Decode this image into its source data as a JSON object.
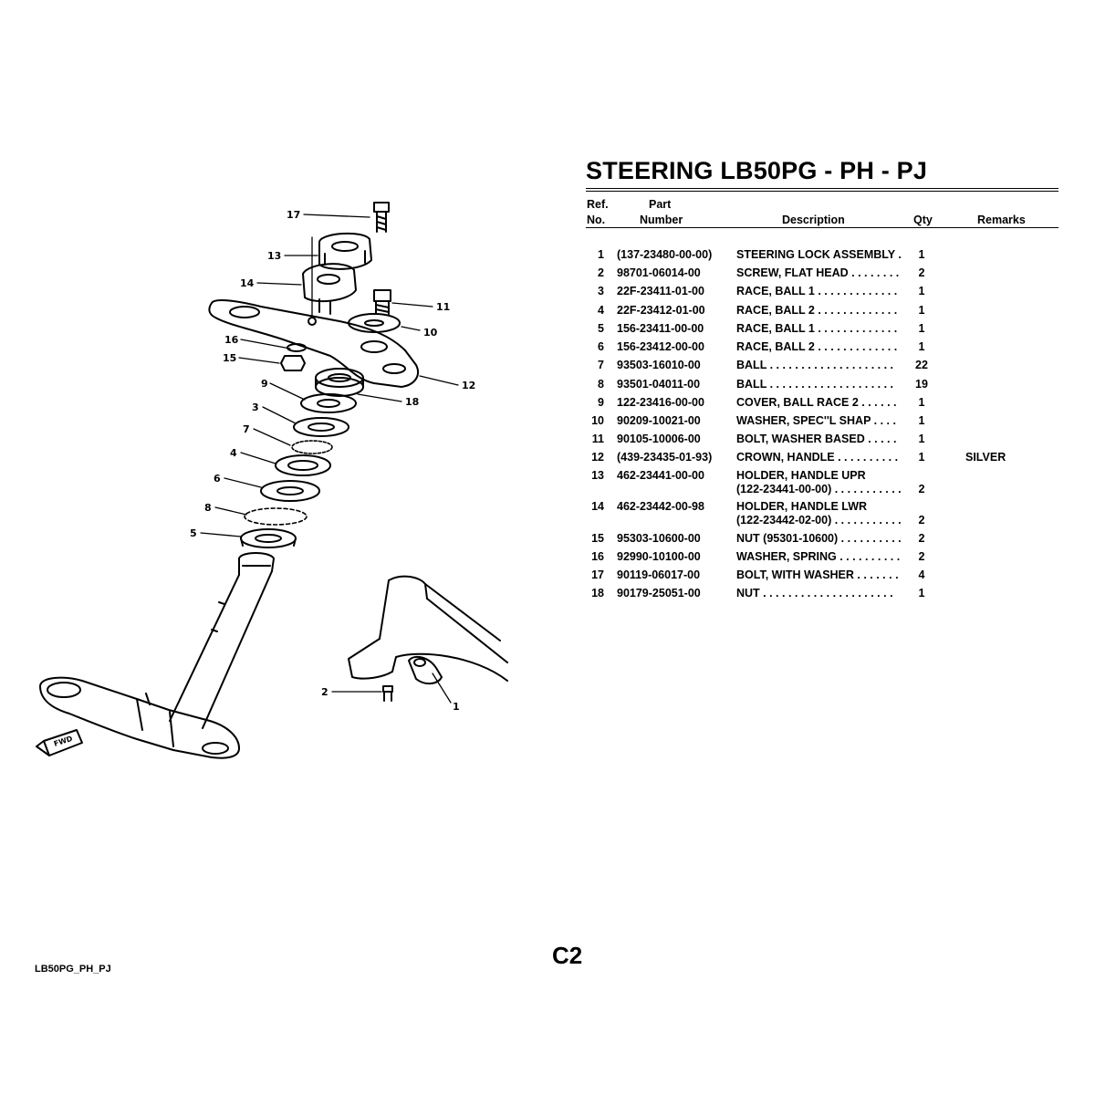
{
  "title": "STEERING LB50PG - PH - PJ",
  "table": {
    "headers": {
      "ref_top": "Ref.",
      "ref_bottom": "No.",
      "part_top": "Part",
      "part_bottom": "Number",
      "description": "Description",
      "qty": "Qty",
      "remarks": "Remarks"
    },
    "rows": [
      {
        "ref": "1",
        "part": "(137-23480-00-00)",
        "desc": "STEERING LOCK ASSEMBLY  .",
        "desc2": "",
        "qty": "1",
        "remarks": ""
      },
      {
        "ref": "2",
        "part": "98701-06014-00",
        "desc": "SCREW, FLAT HEAD  . . . . . . . .",
        "desc2": "",
        "qty": "2",
        "remarks": ""
      },
      {
        "ref": "3",
        "part": "22F-23411-01-00",
        "desc": "RACE, BALL 1  . . . . . . . . . . . . .",
        "desc2": "",
        "qty": "1",
        "remarks": ""
      },
      {
        "ref": "4",
        "part": "22F-23412-01-00",
        "desc": "RACE, BALL 2  . . . . . . . . . . . . .",
        "desc2": "",
        "qty": "1",
        "remarks": ""
      },
      {
        "ref": "5",
        "part": "156-23411-00-00",
        "desc": "RACE, BALL 1  . . . . . . . . . . . . .",
        "desc2": "",
        "qty": "1",
        "remarks": ""
      },
      {
        "ref": "6",
        "part": "156-23412-00-00",
        "desc": "RACE, BALL 2  . . . . . . . . . . . . .",
        "desc2": "",
        "qty": "1",
        "remarks": ""
      },
      {
        "ref": "7",
        "part": "93503-16010-00",
        "desc": "BALL  . . . . . . . . . . . . . . . . . . . .",
        "desc2": "",
        "qty": "22",
        "remarks": ""
      },
      {
        "ref": "8",
        "part": "93501-04011-00",
        "desc": "BALL  . . . . . . . . . . . . . . . . . . . .",
        "desc2": "",
        "qty": "19",
        "remarks": ""
      },
      {
        "ref": "9",
        "part": "122-23416-00-00",
        "desc": "COVER, BALL RACE 2   . . . . . .",
        "desc2": "",
        "qty": "1",
        "remarks": ""
      },
      {
        "ref": "10",
        "part": "90209-10021-00",
        "desc": "WASHER, SPEC''L SHAP    . . . .",
        "desc2": "",
        "qty": "1",
        "remarks": ""
      },
      {
        "ref": "11",
        "part": "90105-10006-00",
        "desc": "BOLT, WASHER BASED    . . . . .",
        "desc2": "",
        "qty": "1",
        "remarks": ""
      },
      {
        "ref": "12",
        "part": "(439-23435-01-93)",
        "desc": "CROWN, HANDLE  . . . . . . . . . .",
        "desc2": "",
        "qty": "1",
        "remarks": "SILVER"
      },
      {
        "ref": "13",
        "part": "462-23441-00-00",
        "desc": "HOLDER, HANDLE UPR",
        "desc2": "(122-23441-00-00)  . . . . . . . . . . .",
        "qty": "2",
        "remarks": ""
      },
      {
        "ref": "14",
        "part": "462-23442-00-98",
        "desc": "HOLDER, HANDLE LWR",
        "desc2": "(122-23442-02-00)  . . . . . . . . . . .",
        "qty": "2",
        "remarks": ""
      },
      {
        "ref": "15",
        "part": "95303-10600-00",
        "desc": "NUT (95301-10600)  . . . . . . . . . .",
        "desc2": "",
        "qty": "2",
        "remarks": ""
      },
      {
        "ref": "16",
        "part": "92990-10100-00",
        "desc": "WASHER, SPRING  . . . . . . . . . .",
        "desc2": "",
        "qty": "2",
        "remarks": ""
      },
      {
        "ref": "17",
        "part": "90119-06017-00",
        "desc": "BOLT, WITH WASHER  . . . . . . .",
        "desc2": "",
        "qty": "4",
        "remarks": ""
      },
      {
        "ref": "18",
        "part": "90179-25051-00",
        "desc": "NUT  . . . . . . . . . . . . . . . . . . . . .",
        "desc2": "",
        "qty": "1",
        "remarks": ""
      }
    ]
  },
  "diagram": {
    "callouts": [
      "1",
      "2",
      "3",
      "4",
      "5",
      "6",
      "7",
      "8",
      "9",
      "10",
      "11",
      "12",
      "13",
      "14",
      "15",
      "16",
      "17",
      "18"
    ],
    "fwd_mark": "FWD"
  },
  "footer": {
    "model_code": "LB50PG_PH_PJ",
    "page": "C2"
  }
}
